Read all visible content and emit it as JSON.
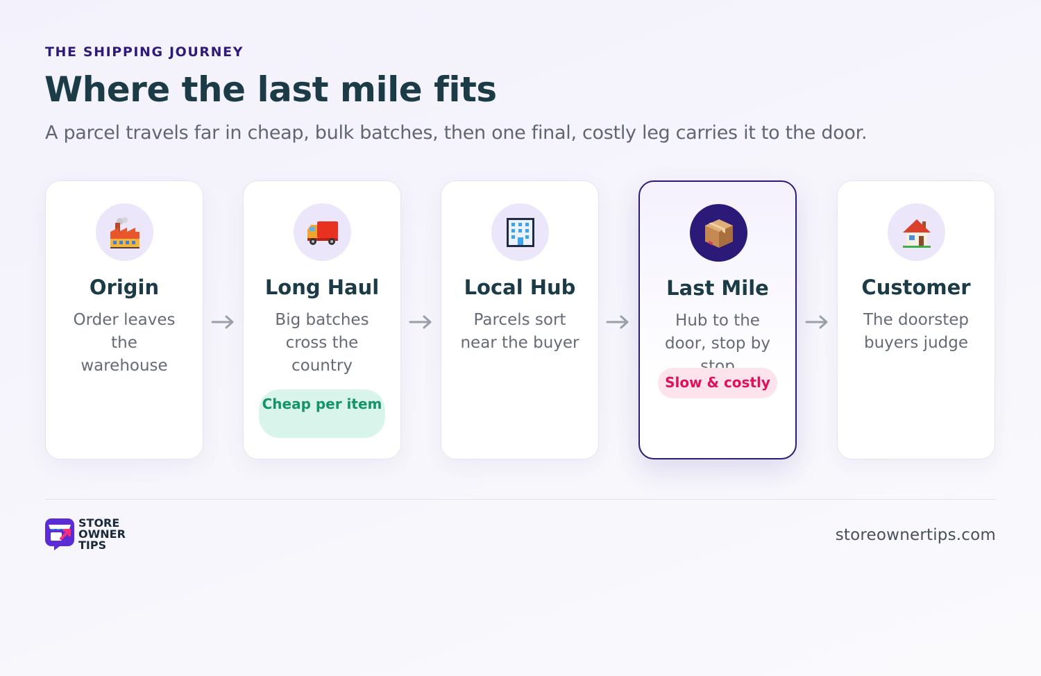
{
  "header": {
    "eyebrow": "THE SHIPPING JOURNEY",
    "title": "Where the last mile fits",
    "subtitle": "A parcel travels far in cheap, bulk batches, then one final, costly leg carries it to the door."
  },
  "steps": [
    {
      "icon": "factory-icon",
      "title": "Origin",
      "desc": "Order leaves the warehouse"
    },
    {
      "icon": "truck-icon",
      "title": "Long Haul",
      "desc": "Big batches cross the country",
      "badge": "Cheap per item",
      "badge_color": "#17936b"
    },
    {
      "icon": "office-building-icon",
      "title": "Local Hub",
      "desc": "Parcels sort near the buyer"
    },
    {
      "icon": "package-icon",
      "title": "Last Mile",
      "desc": "Hub to the door, stop by stop",
      "badge": "Slow & costly",
      "badge_color": "#e0115c",
      "highlighted": true
    },
    {
      "icon": "house-icon",
      "title": "Customer",
      "desc": "The doorstep buyers judge"
    }
  ],
  "footer": {
    "logo_lines": [
      "STORE",
      "OWNER",
      "TIPS"
    ],
    "site": "storeownertips.com"
  },
  "colors": {
    "accent": "#2c1a78",
    "heading": "#1b3b46",
    "positive": "#17936b",
    "negative": "#e0115c"
  }
}
